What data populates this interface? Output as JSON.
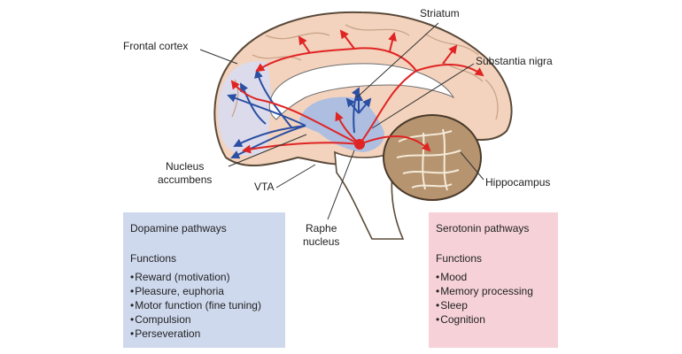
{
  "labels": {
    "striatum": "Striatum",
    "frontal_cortex": "Frontal cortex",
    "substantia_nigra": "Substantia nigra",
    "nucleus_accumbens": "Nucleus\naccumbens",
    "vta": "VTA",
    "raphe_nucleus": "Raphe\nnucleus",
    "hippocampus": "Hippocampus"
  },
  "dopamine_panel": {
    "title": "Dopamine pathways",
    "functions_heading": "Functions",
    "functions": [
      "Reward (motivation)",
      "Pleasure, euphoria",
      "Motor function (fine tuning)",
      "Compulsion",
      "Perseveration"
    ],
    "color": "#cfd9ee",
    "arrow_color": "#2b4fa3"
  },
  "serotonin_panel": {
    "title": "Serotonin pathways",
    "functions_heading": "Functions",
    "functions": [
      "Mood",
      "Memory processing",
      "Sleep",
      "Cognition"
    ],
    "color": "#f6d2d8",
    "arrow_color": "#e02424"
  },
  "colors": {
    "brain_tissue": "#f3d3bd",
    "brain_outline": "#5a4a3a",
    "dopamine_region": "#a9bde3",
    "cerebellum": "#b69470"
  }
}
